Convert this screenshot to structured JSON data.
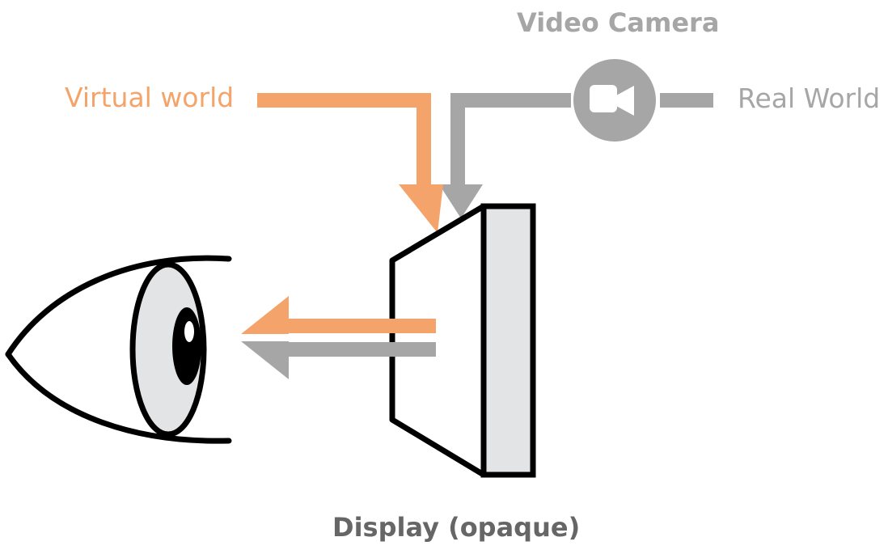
{
  "labels": {
    "video_camera": "Video Camera",
    "virtual_world": "Virtual world",
    "real_world": "Real World",
    "display": "Display (opaque)"
  },
  "colors": {
    "virtual": "#f4a46a",
    "real": "#a6a6a6",
    "label_dark": "#666666",
    "outline": "#000000",
    "display_fill": "#e3e4e6",
    "eye_fill": "#e3e4e6",
    "pupil": "#000000",
    "camera_icon": "#ffffff"
  },
  "icons": {
    "camera": "video-camera-icon",
    "eye": "eye-icon",
    "display": "display-panel-icon"
  }
}
